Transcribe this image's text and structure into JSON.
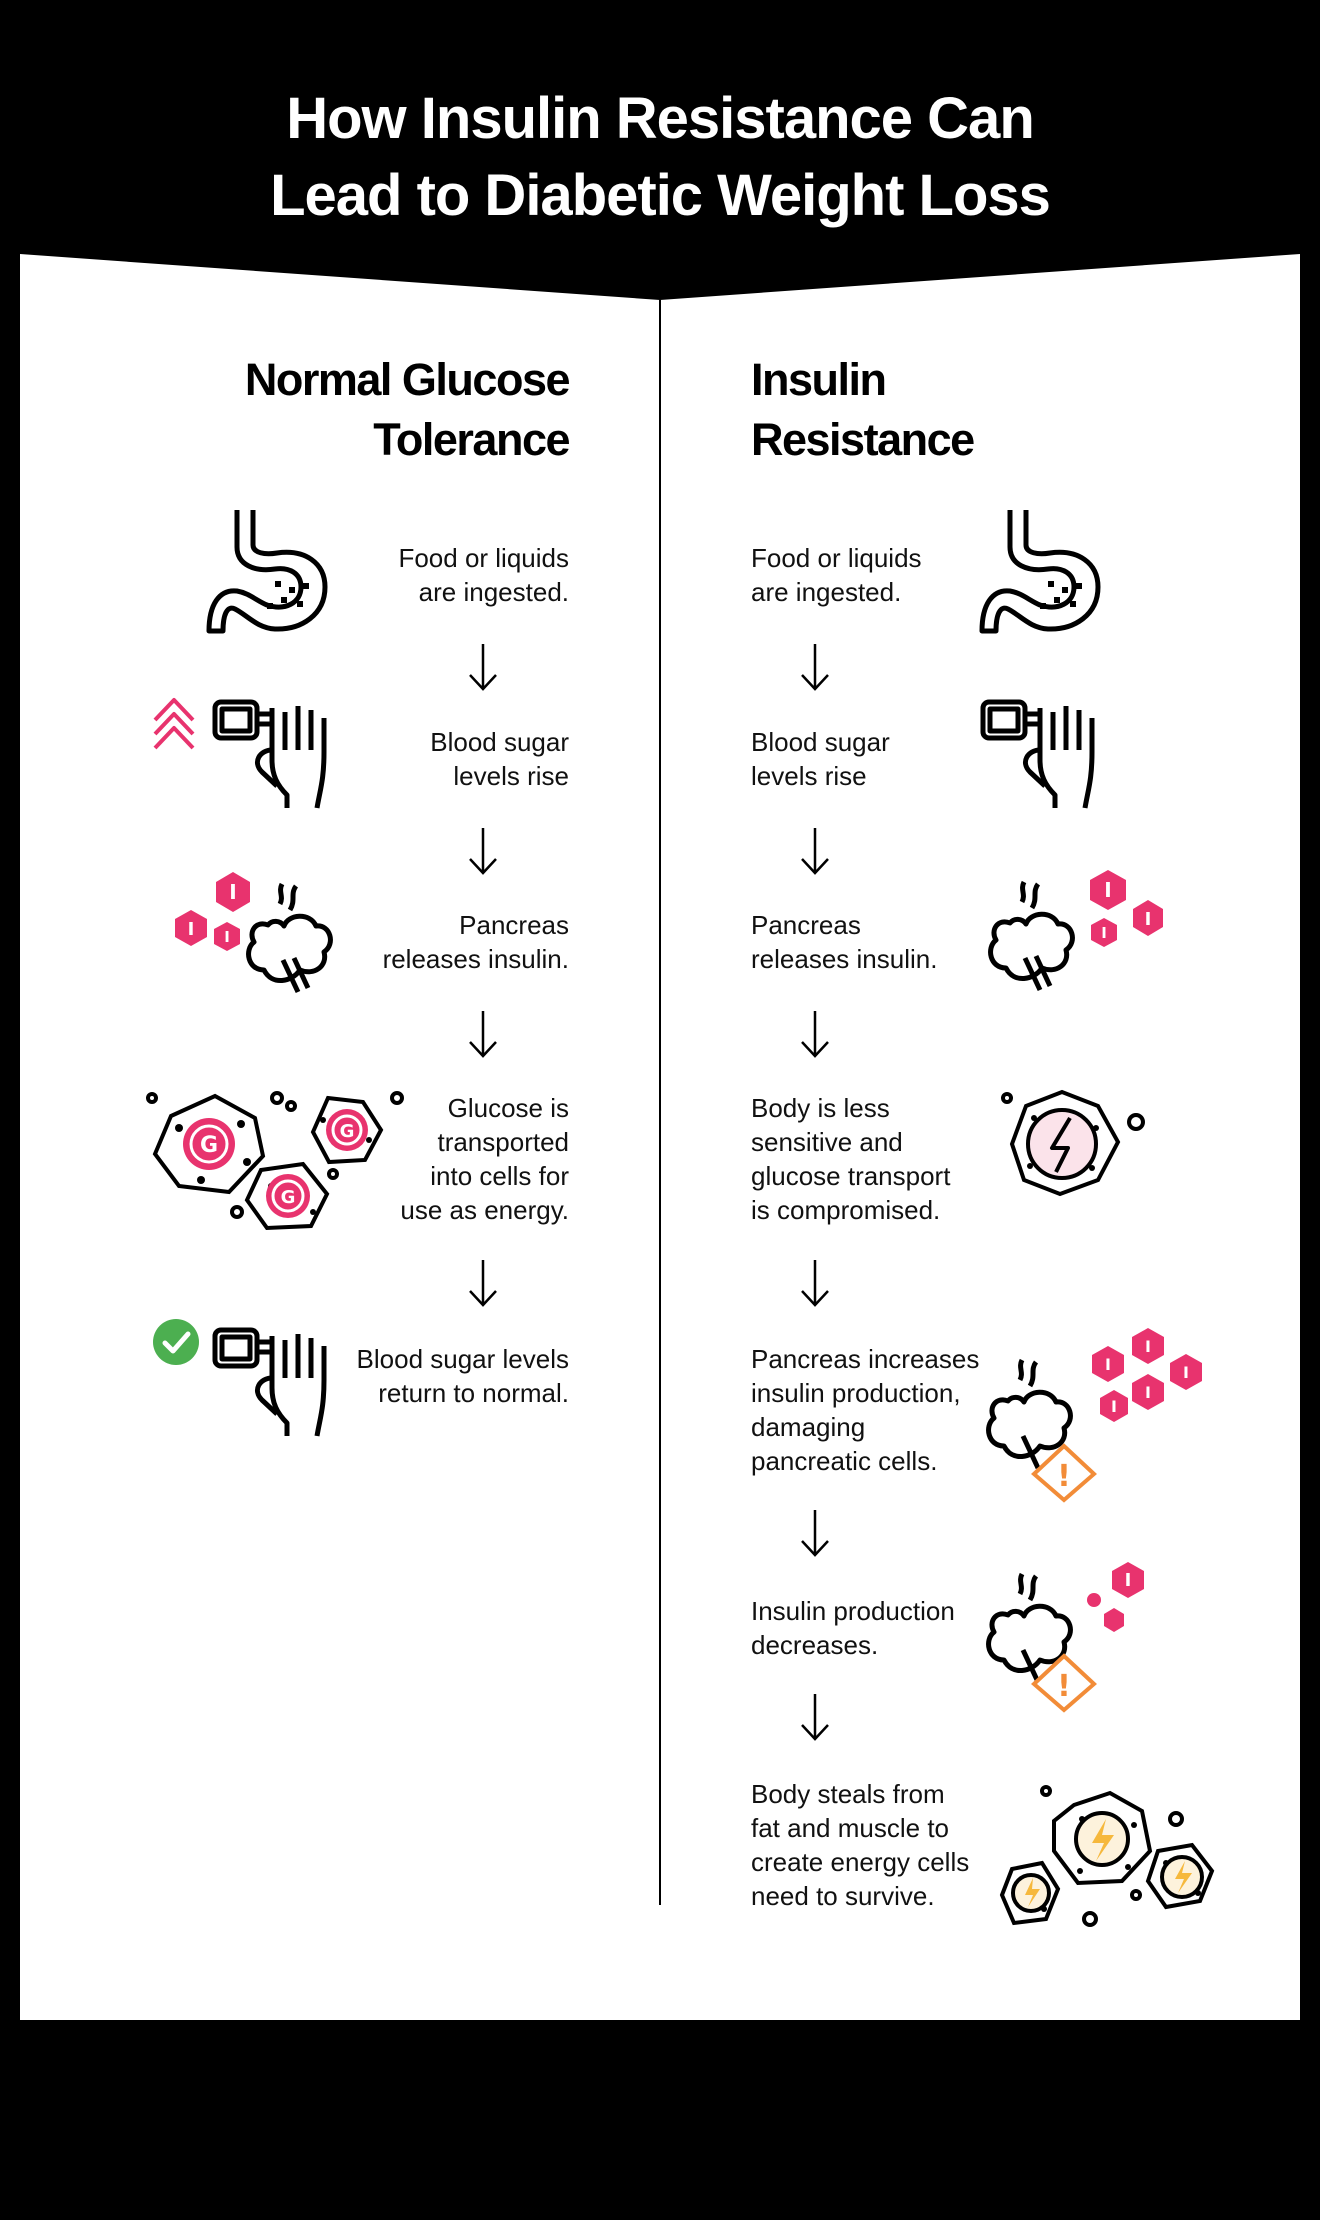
{
  "title": {
    "line1": "How Insulin Resistance Can",
    "line2": "Lead to Diabetic Weight Loss"
  },
  "columns": {
    "normal": {
      "heading": [
        "Normal Glucose",
        "Tolerance"
      ],
      "steps": [
        {
          "lines": [
            "Food or liquids",
            "are ingested."
          ],
          "icon": "stomach-icon"
        },
        {
          "lines": [
            "Blood sugar",
            "levels rise"
          ],
          "icon": "glucose-meter-icon",
          "badge": "rising-chevrons-icon"
        },
        {
          "lines": [
            "Pancreas",
            "releases insulin."
          ],
          "icon": "pancreas-icon",
          "insulin_label": "I"
        },
        {
          "lines": [
            "Glucose is",
            "transported",
            "into cells for",
            "use as energy."
          ],
          "icon": "glucose-cells-icon",
          "glucose_label": "G"
        },
        {
          "lines": [
            "Blood sugar levels",
            "return to normal."
          ],
          "icon": "glucose-meter-icon",
          "badge": "checkmark-icon"
        }
      ]
    },
    "resistance": {
      "heading": [
        "Insulin",
        "Resistance"
      ],
      "steps": [
        {
          "lines": [
            "Food or liquids",
            "are ingested."
          ],
          "icon": "stomach-icon"
        },
        {
          "lines": [
            "Blood sugar",
            "levels rise"
          ],
          "icon": "glucose-meter-icon"
        },
        {
          "lines": [
            "Pancreas",
            "releases insulin."
          ],
          "icon": "pancreas-icon"
        },
        {
          "lines": [
            "Body is less",
            "sensitive and",
            "glucose transport",
            "is compromised."
          ],
          "icon": "blocked-cell-icon"
        },
        {
          "lines": [
            "Pancreas increases",
            "insulin production,",
            "damaging",
            "pancreatic cells."
          ],
          "icon": "damaged-pancreas-icon",
          "warning": "!"
        },
        {
          "lines": [
            "Insulin production",
            "decreases."
          ],
          "icon": "damaged-pancreas-icon",
          "warning": "!"
        },
        {
          "lines": [
            "Body steals from",
            "fat and muscle to",
            "create energy cells",
            "need to survive."
          ],
          "icon": "energy-cells-icon"
        }
      ]
    }
  },
  "colors": {
    "background": "#000000",
    "panel": "#ffffff",
    "insulin": "#e8336e",
    "check": "#4caf50",
    "warning": "#f28c38",
    "energy": "#f6b83c"
  }
}
